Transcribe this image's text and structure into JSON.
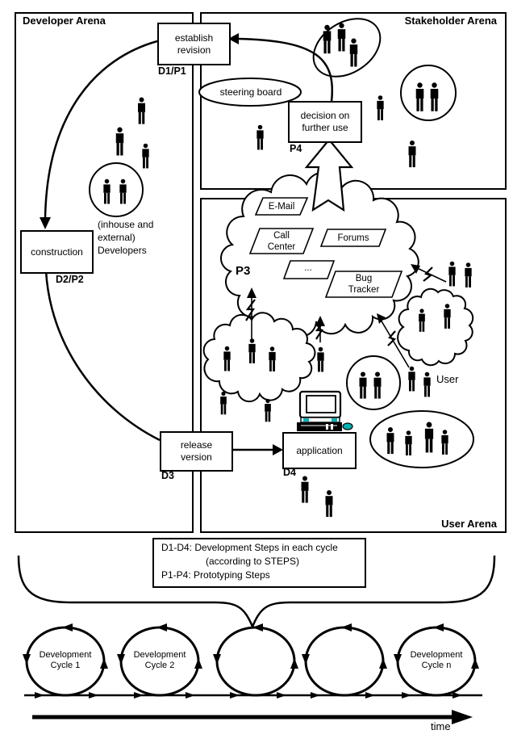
{
  "arenas": {
    "developer": "Developer Arena",
    "stakeholder": "Stakeholder Arena",
    "user": "User Arena"
  },
  "nodes": {
    "establish_revision": "establish\nrevision",
    "construction": "construction",
    "release_version": "release\nversion",
    "application": "application",
    "decision": "decision on\nfurther use",
    "steering_board": "steering board"
  },
  "steps": {
    "d1p1": "D1/P1",
    "d2p2": "D2/P2",
    "d3": "D3",
    "d4": "D4",
    "p3": "P3",
    "p4": "P4"
  },
  "channels": {
    "email": "E-Mail",
    "call_center": "Call\nCenter",
    "forums": "Forums",
    "more": "...",
    "bug_tracker": "Bug\nTracker"
  },
  "captions": {
    "developers": "(inhouse and\nexternal)\nDevelopers",
    "user": "User"
  },
  "legend": {
    "line1": "D1-D4: Development Steps in each cycle",
    "line2": "(according to STEPS)",
    "line3": "P1-P4: Prototyping Steps"
  },
  "timeline": {
    "cycle1": "Development\nCycle 1",
    "cycle2": "Development\nCycle 2",
    "cycle_n": "Development\nCycle n",
    "time": "time"
  },
  "icons": {
    "person": "person-silhouette",
    "computer": "desktop-computer",
    "mouse": "computer-mouse",
    "lightning": "lightning-bolt",
    "big_arrow": "hollow-up-arrow"
  },
  "colors": {
    "ink": "#000000",
    "accent_teal": "#00b2b2",
    "background": "#ffffff"
  }
}
